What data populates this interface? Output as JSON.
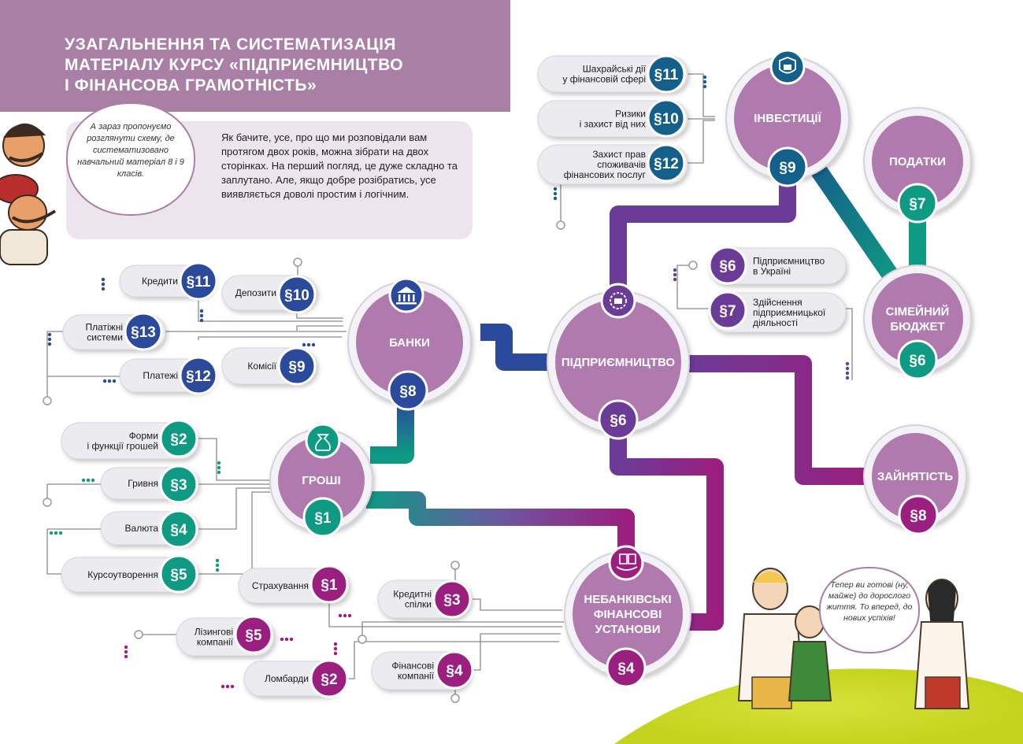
{
  "header": {
    "title_lines": [
      "УЗАГАЛЬНЕННЯ ТА СИСТЕМАТИЗАЦІЯ",
      "МАТЕРІАЛУ КУРСУ «ПІДПРИЄМНИЦТВО",
      "І ФІНАНСОВА ГРАМОТНІСТЬ»"
    ]
  },
  "bubble_left": "А зараз пропонуємо розглянути схему, де систематизовано навчальний матеріал 8 і 9 класів.",
  "intro_text": "Як бачите, усе, про що ми розповідали вам протягом двох років, можна зібрати на двох сторінках. На перший погляд, це дуже складно та заплутано. Але, якщо добре розібратись, усе виявляється доволі простим і логічним.",
  "bubble_right": "Тепер ви готові (ну, майже) до дорослого життя. То вперед, до нових успіхів!",
  "hubs": {
    "investments": {
      "title": [
        "ІНВЕСТИЦІЇ"
      ],
      "section": "§9"
    },
    "banks": {
      "title": [
        "БАНКИ"
      ],
      "section": "§8"
    },
    "entrepreneurship": {
      "title": [
        "ПІДПРИЄМНИЦТВО"
      ],
      "section": "§6"
    },
    "money": {
      "title": [
        "ГРОШІ"
      ],
      "section": "§1"
    },
    "nonbank": {
      "title": [
        "НЕБАНКІВСЬКІ",
        "ФІНАНСОВІ",
        "УСТАНОВИ"
      ],
      "section": "§4"
    },
    "taxes": {
      "title": [
        "ПОДАТКИ"
      ],
      "section": "§7"
    },
    "family_budget": {
      "title": [
        "СІМЕЙНИЙ",
        "БЮДЖЕТ"
      ],
      "section": "§6"
    },
    "employment": {
      "title": [
        "ЗАЙНЯТІСТЬ"
      ],
      "section": "§8"
    }
  },
  "topics": {
    "investments": [
      {
        "label": [
          "Шахрайські дії",
          "у фінансовій сфері"
        ],
        "section": "§11"
      },
      {
        "label": [
          "Ризики",
          "і захист від них"
        ],
        "section": "§10"
      },
      {
        "label": [
          "Захист прав",
          "споживачів",
          "фінансових послуг"
        ],
        "section": "§12"
      }
    ],
    "banks": [
      {
        "label": [
          "Кредити"
        ],
        "section": "§11"
      },
      {
        "label": [
          "Депозити"
        ],
        "section": "§10"
      },
      {
        "label": [
          "Платіжні",
          "системи"
        ],
        "section": "§13"
      },
      {
        "label": [
          "Платежі"
        ],
        "section": "§12"
      },
      {
        "label": [
          "Комісії"
        ],
        "section": "§9"
      }
    ],
    "entrepreneurship": [
      {
        "label": [
          "Підприємництво",
          "в Україні"
        ],
        "section": "§6"
      },
      {
        "label": [
          "Здійснення",
          "підприємницької",
          "діяльності"
        ],
        "section": "§7"
      }
    ],
    "money": [
      {
        "label": [
          "Форми",
          "і функції грошей"
        ],
        "section": "§2"
      },
      {
        "label": [
          "Гривня"
        ],
        "section": "§3"
      },
      {
        "label": [
          "Валюта"
        ],
        "section": "§4"
      },
      {
        "label": [
          "Курсоутворення"
        ],
        "section": "§5"
      }
    ],
    "nonbank": [
      {
        "label": [
          "Страхування"
        ],
        "section": "§1"
      },
      {
        "label": [
          "Кредитні",
          "спілки"
        ],
        "section": "§3"
      },
      {
        "label": [
          "Лізингові",
          "компанії"
        ],
        "section": "§5"
      },
      {
        "label": [
          "Фінансові",
          "компанії"
        ],
        "section": "§4"
      },
      {
        "label": [
          "Ломбарди"
        ],
        "section": "§2"
      }
    ]
  },
  "colors": {
    "header": "#a97fa5",
    "hub_fill": "#b07aae",
    "teal": "#0f9a83",
    "navy": "#2c4a9c",
    "blue_dark": "#15608a",
    "purple": "#6a3c98",
    "magenta": "#9b1f7f",
    "pill_fill": "#ecebf0",
    "grid_bg": "#ece5ee"
  },
  "icons": [
    "bank-icon",
    "money-bag-icon",
    "lock-shield-icon",
    "gear-briefcase-icon",
    "hand-document-icon"
  ]
}
